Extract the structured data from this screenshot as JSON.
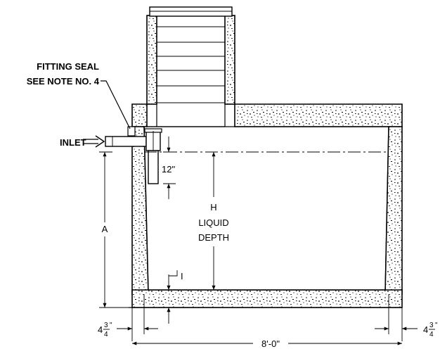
{
  "annotations": {
    "fitting_seal_line1": "FITTING SEAL",
    "fitting_seal_line2": "SEE NOTE NO. 4",
    "inlet": "INLET",
    "dim_12": "12\"",
    "h_label": "H",
    "liquid_label": "LIQUID",
    "depth_label": "DEPTH",
    "a_label": "A",
    "i_label": "I",
    "wall_left_whole": "4",
    "wall_left_num": "3",
    "wall_left_den": "4",
    "wall_left_inch": "\"",
    "wall_right_whole": "4",
    "wall_right_num": "3",
    "wall_right_den": "4",
    "wall_right_inch": "\"",
    "overall_width": "8'-0\""
  },
  "colors": {
    "line": "#000000",
    "background": "#ffffff"
  },
  "icons": {
    "inlet_arrow": "double-arrow-right-icon"
  }
}
